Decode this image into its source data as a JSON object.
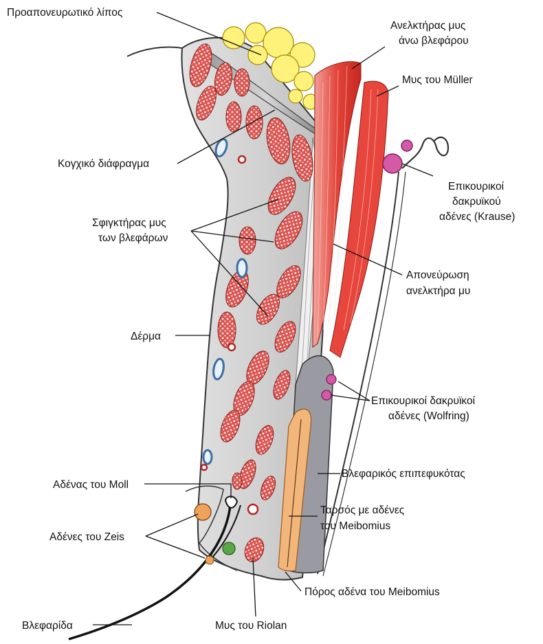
{
  "labels": {
    "preaponeurotic_fat": "Προαπονευρωτικό λίπος",
    "levator_muscle_1": "Ανελκτήρας μυς",
    "levator_muscle_2": "άνω βλεφάρου",
    "muller_muscle": "Μυς του Müller",
    "orbital_septum": "Κογχικό διάφραγμα",
    "krause_1": "Επικουρικοί",
    "krause_2": "δακρυϊκού",
    "krause_3": "αδένες (Krause)",
    "orbicularis_1": "Σφιγκτήρας μυς",
    "orbicularis_2": "των βλεφάρων",
    "aponeurosis_1": "Απονεύρωση",
    "aponeurosis_2": "ανελκτήρα μυ",
    "skin": "Δέρμα",
    "wolfring_1": "Επικουρικοί δακρυϊκοί",
    "wolfring_2": "αδένες (Wolfring)",
    "conjunctiva": "Βλεφαρικός επιπεφυκότας",
    "moll_gland": "Αδένας του Moll",
    "tarsus_1": "Ταρσός με αδένες",
    "tarsus_2": "του Meibomius",
    "zeis_glands": "Αδένες του Zeis",
    "meibomian_duct": "Πόρος αδένα του Meibomius",
    "eyelash": "Βλεφαρίδα",
    "riolan_muscle": "Μυς του Riolan"
  },
  "colors": {
    "muscle_red": "#d9534f",
    "fat_yellow": "#fff27a",
    "tissue_gray": "#d8d8d8",
    "vessel_blue": "#3a6ea5",
    "gland_pink": "#c03a8a",
    "gland_orange": "#f0a25a",
    "gland_green": "#5aa84a"
  }
}
